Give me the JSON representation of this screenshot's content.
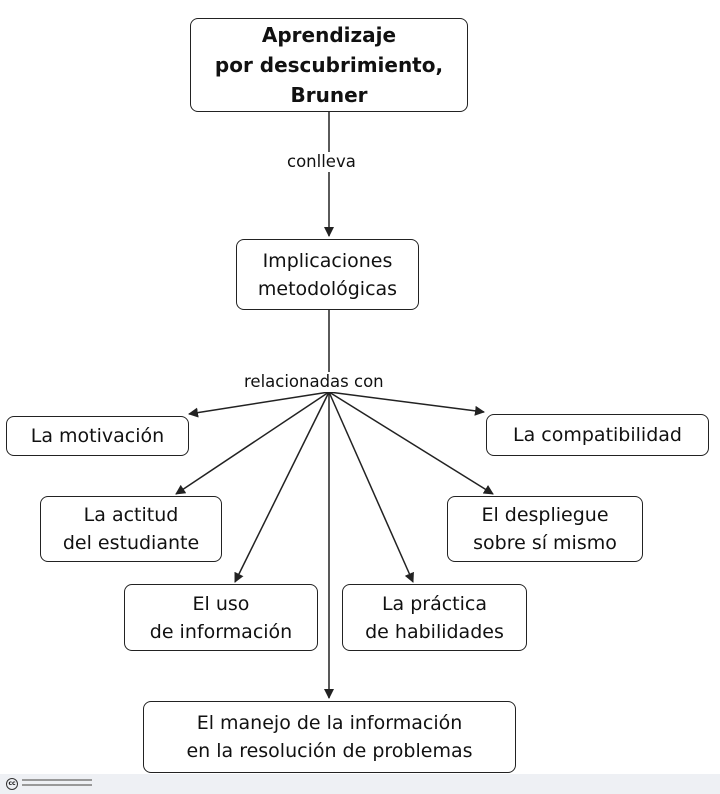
{
  "root": {
    "label": "Aprendizaje\npor descubrimiento,\nBruner"
  },
  "link1": {
    "label": "conlleva"
  },
  "implicaciones": {
    "label": "Implicaciones\nmetodológicas"
  },
  "link2": {
    "label": "relacionadas con"
  },
  "children": [
    {
      "id": "motivacion",
      "label": "La motivación"
    },
    {
      "id": "compatibilidad",
      "label": "La compatibilidad"
    },
    {
      "id": "actitud",
      "label": "La actitud\ndel estudiante"
    },
    {
      "id": "despliegue",
      "label": "El despliegue\nsobre sí mismo"
    },
    {
      "id": "uso",
      "label": "El uso\nde información"
    },
    {
      "id": "practica",
      "label": "La práctica\nde habilidades"
    },
    {
      "id": "manejo",
      "label": "El manejo de la información\nen la resolución de problemas"
    }
  ],
  "colors": {
    "line": "#222222",
    "background": "#ffffff"
  },
  "footer": {
    "logo_icon": "creative-commons-icon"
  }
}
